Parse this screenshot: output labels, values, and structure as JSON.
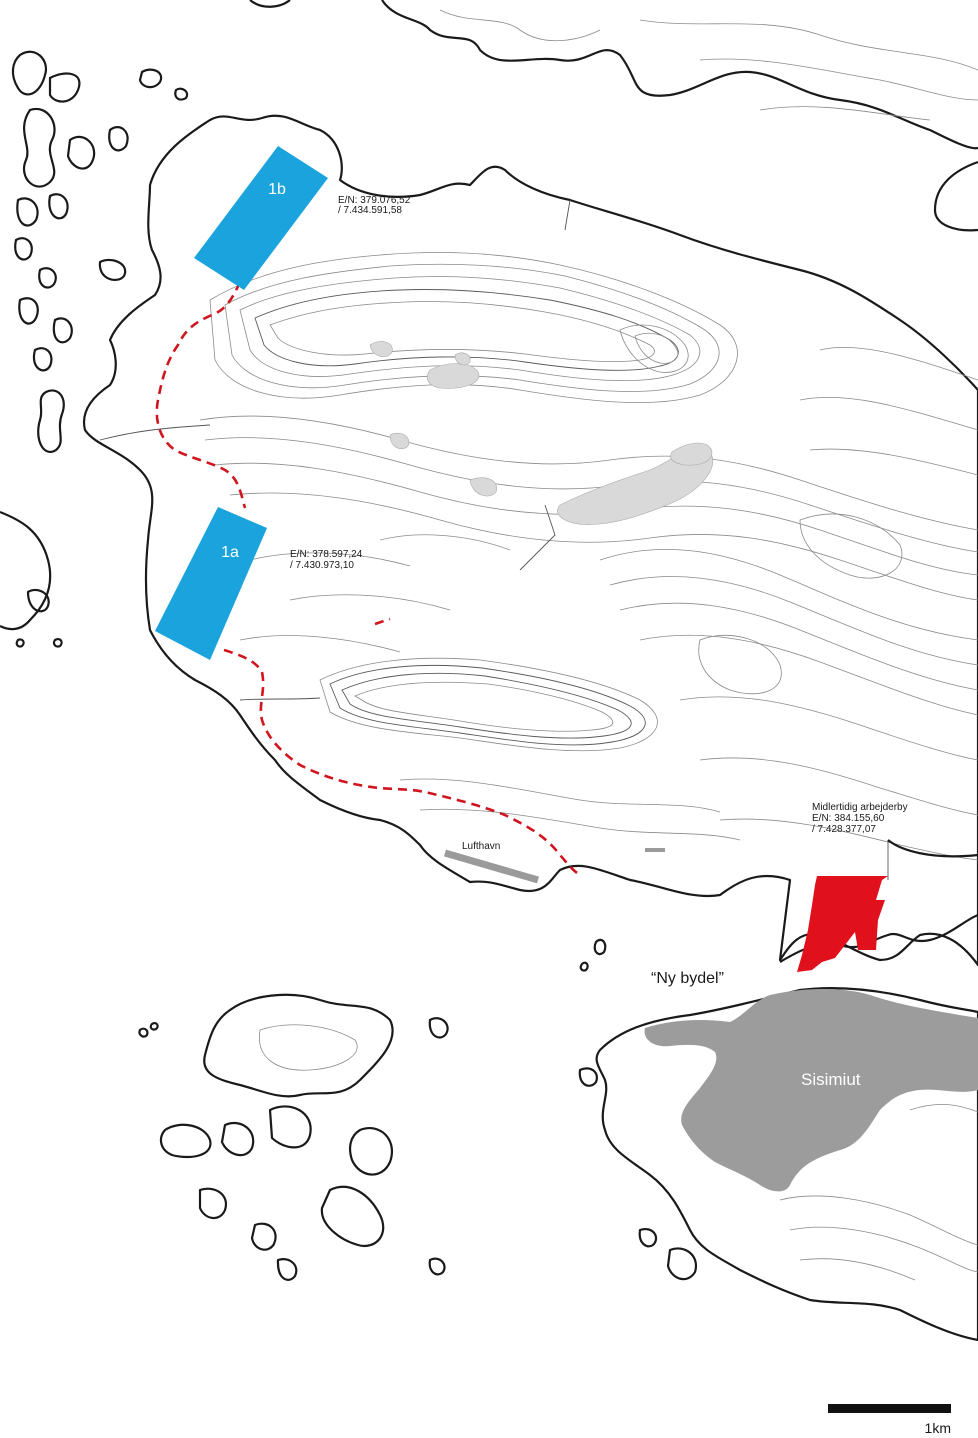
{
  "map": {
    "sites": [
      {
        "label": "1b",
        "coordinates_line1": "E/N: 379.076,52",
        "coordinates_line2": "/ 7.434.591,58"
      },
      {
        "label": "1a",
        "coordinates_line1": "E/N: 378.597,24",
        "coordinates_line2": "/ 7.430.973,10"
      }
    ],
    "camp": {
      "title": "Midlertidig arbejderby",
      "coordinates_line1": "E/N: 384.155,60",
      "coordinates_line2": "/ 7.428.377,07"
    },
    "airport_label": "Lufthavn",
    "new_district_label": "“Ny bydel”",
    "town_label": "Sisimiut",
    "scale_label": "1km",
    "colors": {
      "site_fill": "#1aa3dc",
      "camp_fill": "#e0101c",
      "town_fill": "#9c9c9c",
      "road_stroke": "#d0151e",
      "airport_fill": "#9a9a9a"
    }
  }
}
